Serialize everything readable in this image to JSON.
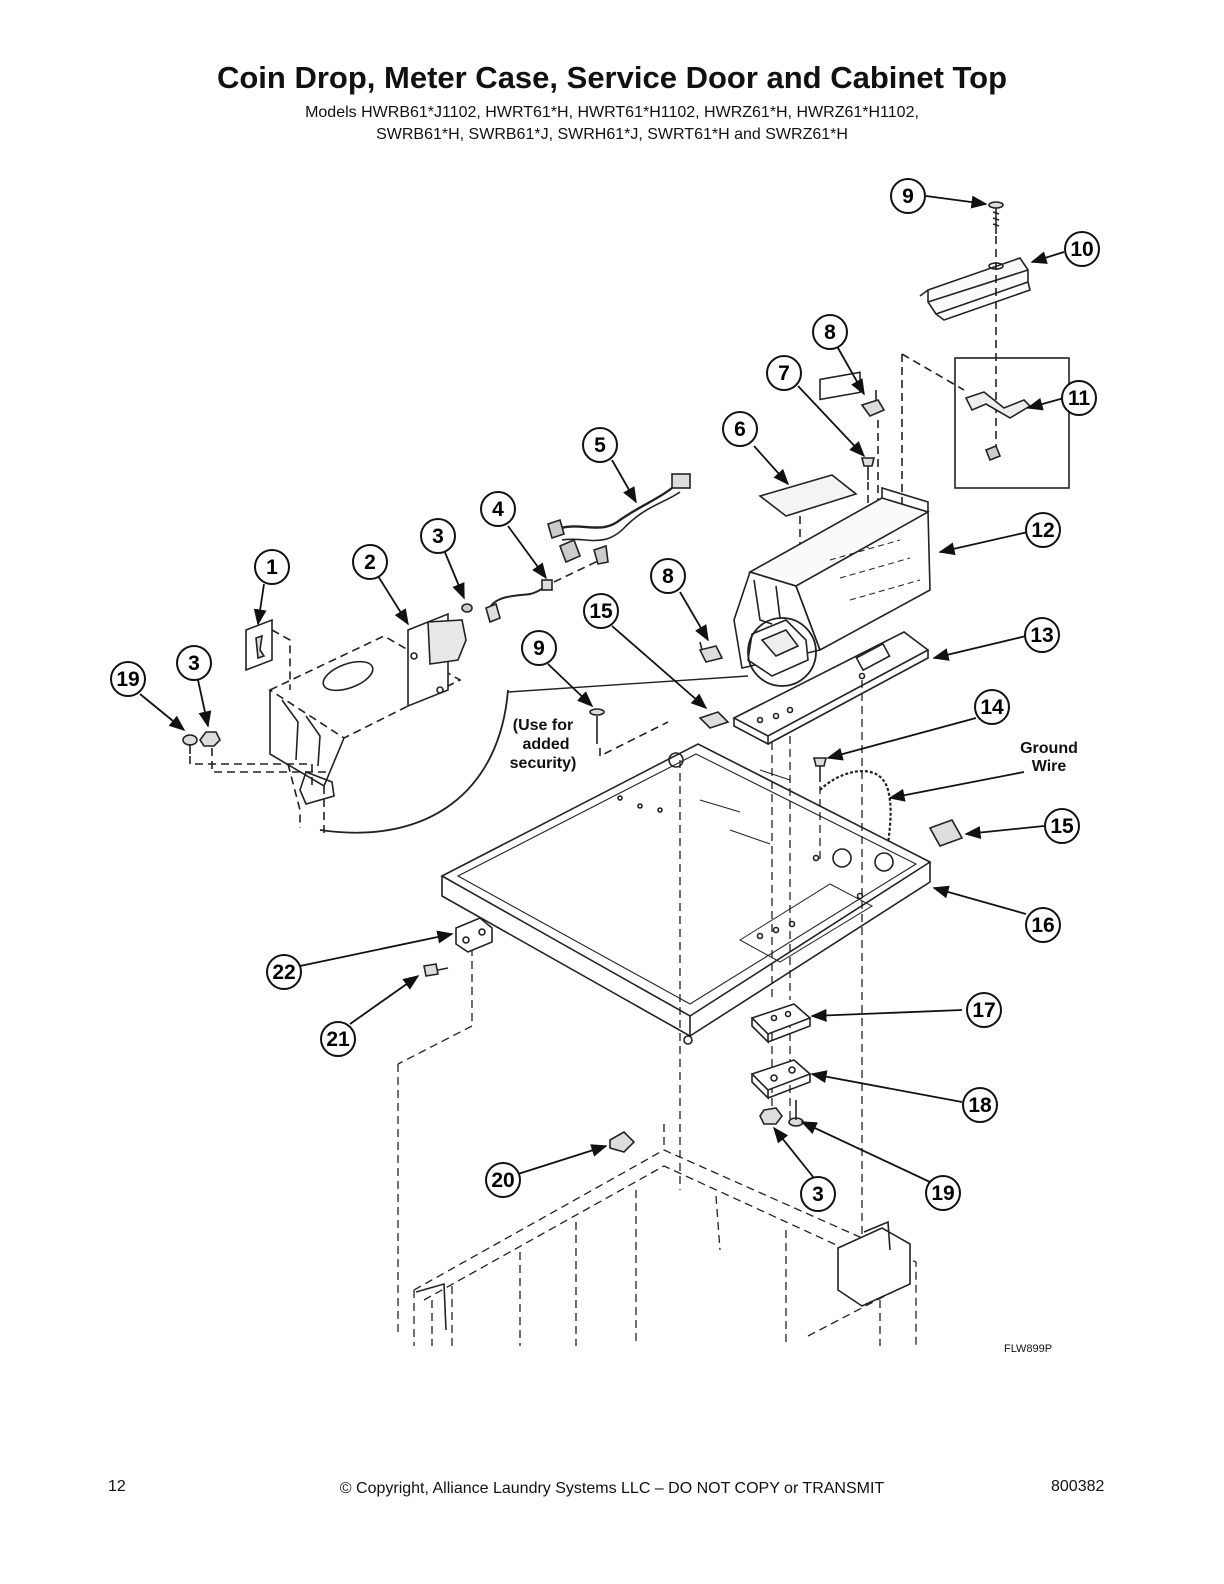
{
  "title": "Coin Drop, Meter Case, Service Door and Cabinet Top",
  "models_line1": "Models HWRB61*J1102, HWRT61*H, HWRT61*H1102, HWRZ61*H, HWRZ61*H1102,",
  "models_line2": "SWRB61*H, SWRB61*J, SWRH61*J, SWRT61*H and SWRZ61*H",
  "callouts": {
    "c9a": "9",
    "c10": "10",
    "c8a": "8",
    "c7": "7",
    "c11": "11",
    "c5": "5",
    "c6": "6",
    "c4": "4",
    "c3a": "3",
    "c12": "12",
    "c1": "1",
    "c2": "2",
    "c8b": "8",
    "c15a": "15",
    "c13": "13",
    "c19a": "19",
    "c3b": "3",
    "c9b": "9",
    "c14": "14",
    "c15b": "15",
    "c16": "16",
    "c22": "22",
    "c21": "21",
    "c17": "17",
    "c18": "18",
    "c20": "20",
    "c3c": "3",
    "c19b": "19"
  },
  "notes": {
    "use_for_line1": "(Use for",
    "use_for_line2": "added",
    "use_for_line3": "security)",
    "ground_line1": "Ground",
    "ground_line2": "Wire"
  },
  "figure_code": "FLW899P",
  "footer": {
    "page_number": "12",
    "copyright": "© Copyright, Alliance Laundry Systems LLC – DO NOT COPY or TRANSMIT",
    "doc_number": "800382"
  }
}
